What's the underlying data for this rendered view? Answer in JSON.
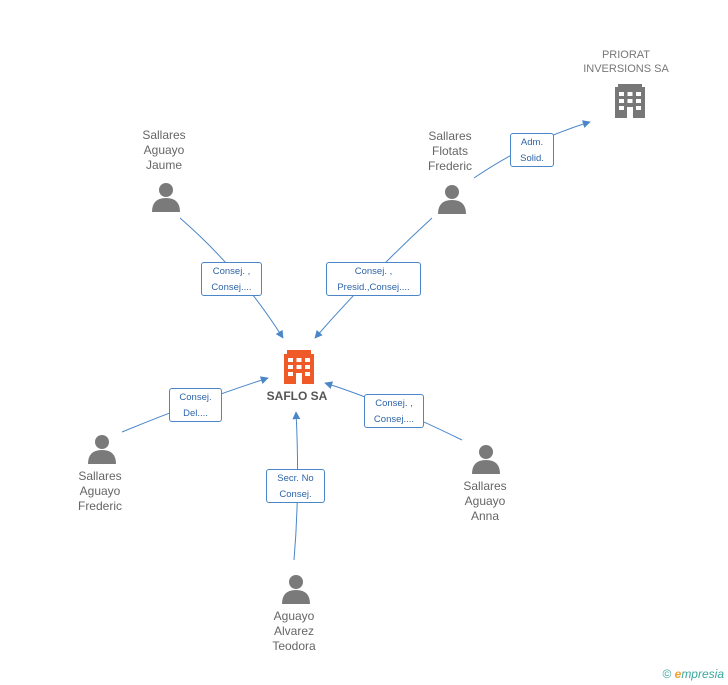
{
  "main_company": {
    "name": "SAFLO SA",
    "color": "#f05a28"
  },
  "companies": [
    {
      "id": "priorat",
      "lines": [
        "PRIORAT",
        "INVERSIONS SA"
      ],
      "color": "#777777"
    }
  ],
  "persons": [
    {
      "id": "jaume",
      "lines": [
        "Sallares",
        "Aguayo",
        "Jaume"
      ]
    },
    {
      "id": "frederic-flotats",
      "lines": [
        "Sallares",
        "Flotats",
        "Frederic"
      ]
    },
    {
      "id": "frederic-aguayo",
      "lines": [
        "Sallares",
        "Aguayo",
        "Frederic"
      ]
    },
    {
      "id": "anna",
      "lines": [
        "Sallares",
        "Aguayo",
        "Anna"
      ]
    },
    {
      "id": "teodora",
      "lines": [
        "Aguayo",
        "Alvarez",
        "Teodora"
      ]
    }
  ],
  "edges": [
    {
      "id": "jaume-saflo",
      "lines": [
        "Consej. ,",
        "Consej...."
      ]
    },
    {
      "id": "flotats-saflo",
      "lines": [
        "Consej. ,",
        "Presid.,Consej...."
      ]
    },
    {
      "id": "flotats-priorat",
      "lines": [
        "Adm.",
        "Solid."
      ]
    },
    {
      "id": "fredaguayo-saflo",
      "lines": [
        "Consej.",
        "Del...."
      ]
    },
    {
      "id": "anna-saflo",
      "lines": [
        "Consej. ,",
        "Consej...."
      ]
    },
    {
      "id": "teodora-saflo",
      "lines": [
        "Secr.  No",
        "Consej."
      ]
    }
  ],
  "colors": {
    "edge": "#4a86c8",
    "person": "#7a7a7a",
    "company": "#777777"
  },
  "footer": {
    "copyright": "©",
    "brand_first": "e",
    "brand_rest": "mpresia"
  }
}
